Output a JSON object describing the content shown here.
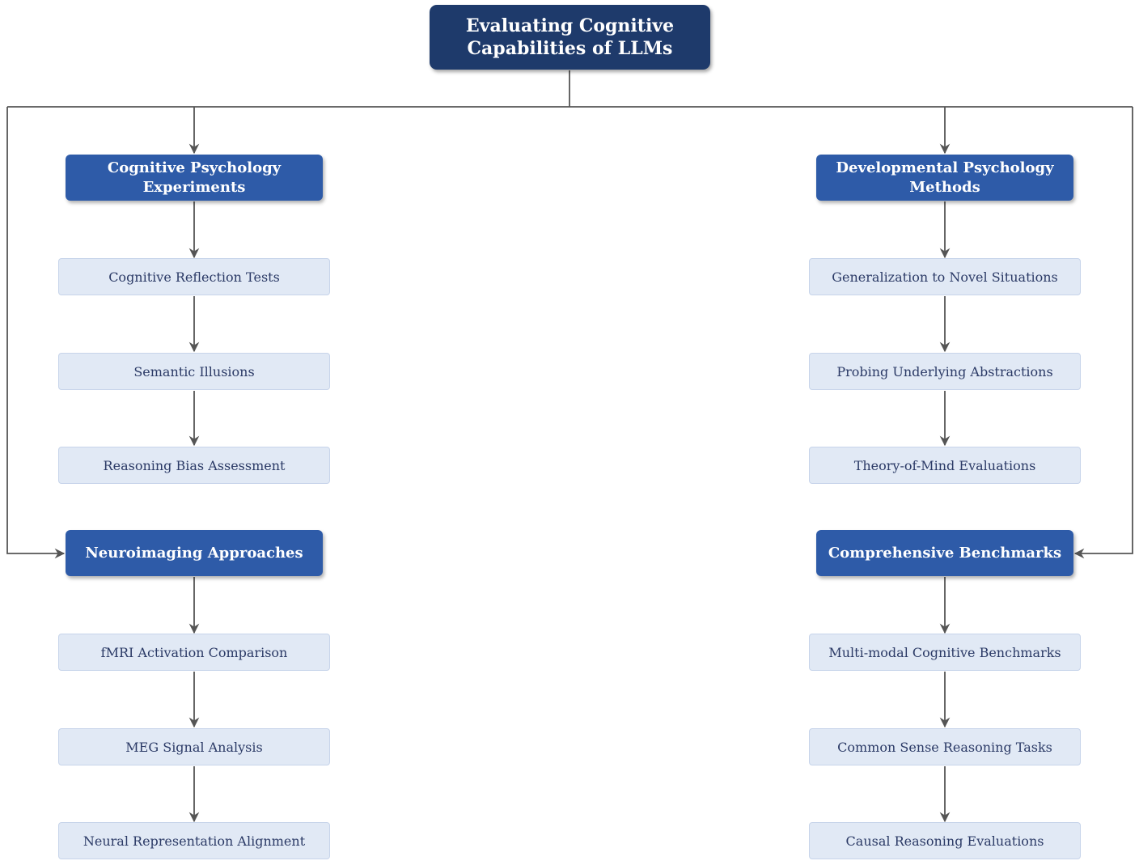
{
  "root": {
    "title": "Evaluating Cognitive Capabilities of LLMs"
  },
  "categories": [
    {
      "title": "Cognitive Psychology Experiments",
      "items": [
        "Cognitive Reflection Tests",
        "Semantic Illusions",
        "Reasoning Bias Assessment"
      ]
    },
    {
      "title": "Developmental Psychology Methods",
      "items": [
        "Generalization to Novel Situations",
        "Probing Underlying Abstractions",
        "Theory-of-Mind Evaluations"
      ]
    },
    {
      "title": "Neuroimaging Approaches",
      "items": [
        "fMRI Activation Comparison",
        "MEG Signal Analysis",
        "Neural Representation Alignment"
      ]
    },
    {
      "title": "Comprehensive Benchmarks",
      "items": [
        "Multi-modal Cognitive Benchmarks",
        "Common Sense Reasoning Tasks",
        "Causal Reasoning Evaluations"
      ]
    }
  ],
  "colors": {
    "root_fill": "#1e3a6b",
    "category_fill": "#2e5ba8",
    "leaf_fill": "#e1e9f5",
    "leaf_text": "#2b3a66",
    "connector": "#555555"
  }
}
